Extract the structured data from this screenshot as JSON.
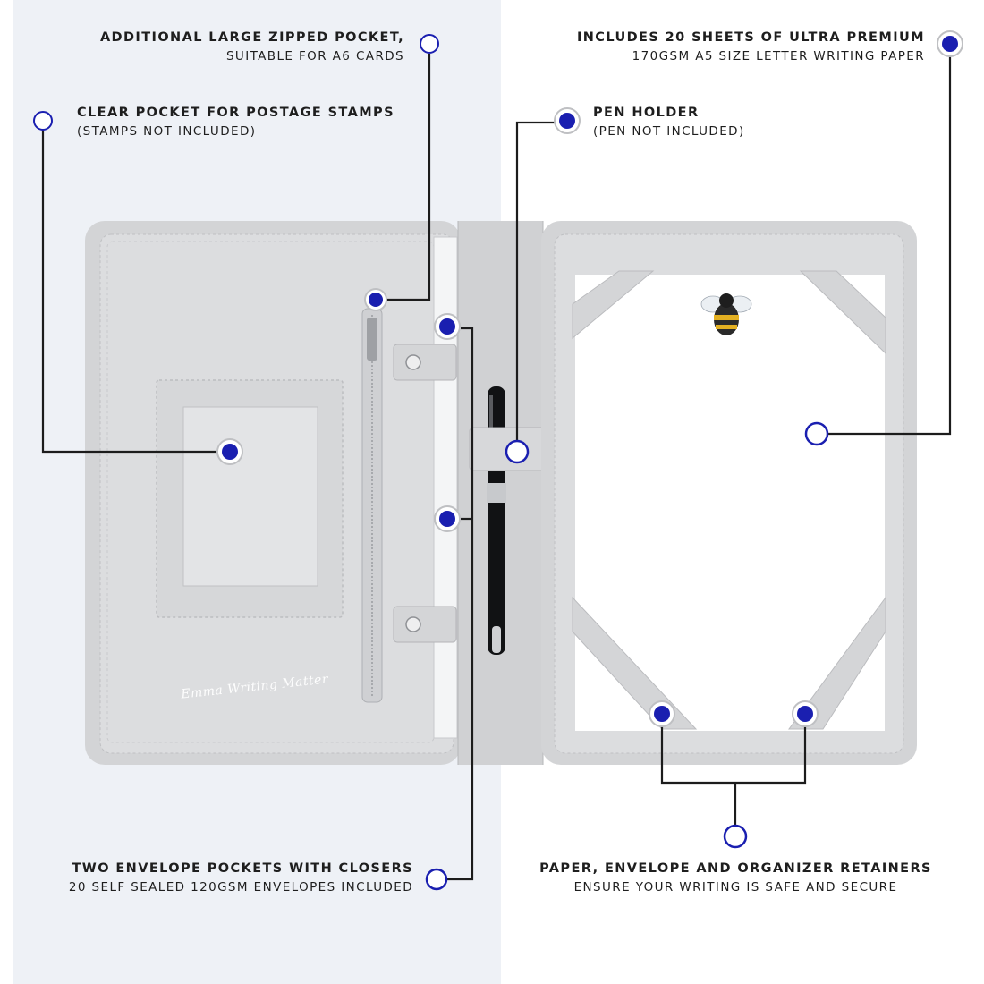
{
  "callouts": {
    "zipped_pocket": {
      "title": "ADDITIONAL LARGE ZIPPED POCKET,",
      "subtitle": "SUITABLE FOR A6 CARDS"
    },
    "stamps_pocket": {
      "title": "CLEAR POCKET FOR POSTAGE STAMPS",
      "subtitle": "(STAMPS NOT INCLUDED)"
    },
    "writing_paper": {
      "title": "INCLUDES 20 SHEETS OF ULTRA PREMIUM",
      "subtitle": "170GSM A5 SIZE LETTER WRITING PAPER"
    },
    "pen_holder": {
      "title": "PEN HOLDER",
      "subtitle": "(PEN NOT INCLUDED)"
    },
    "envelope_pockets": {
      "title": "TWO ENVELOPE POCKETS WITH CLOSERS",
      "subtitle": "20 SELF SEALED 120GSM ENVELOPES INCLUDED"
    },
    "retainers": {
      "title": "PAPER, ENVELOPE AND ORGANIZER RETAINERS",
      "subtitle": "ENSURE YOUR WRITING IS SAFE AND SECURE"
    }
  },
  "brand_logo": "Emma Writing Matter",
  "colors": {
    "accent": "#1a1fb0",
    "cover": "#dcdddf",
    "background_left": "#eef1f6"
  }
}
